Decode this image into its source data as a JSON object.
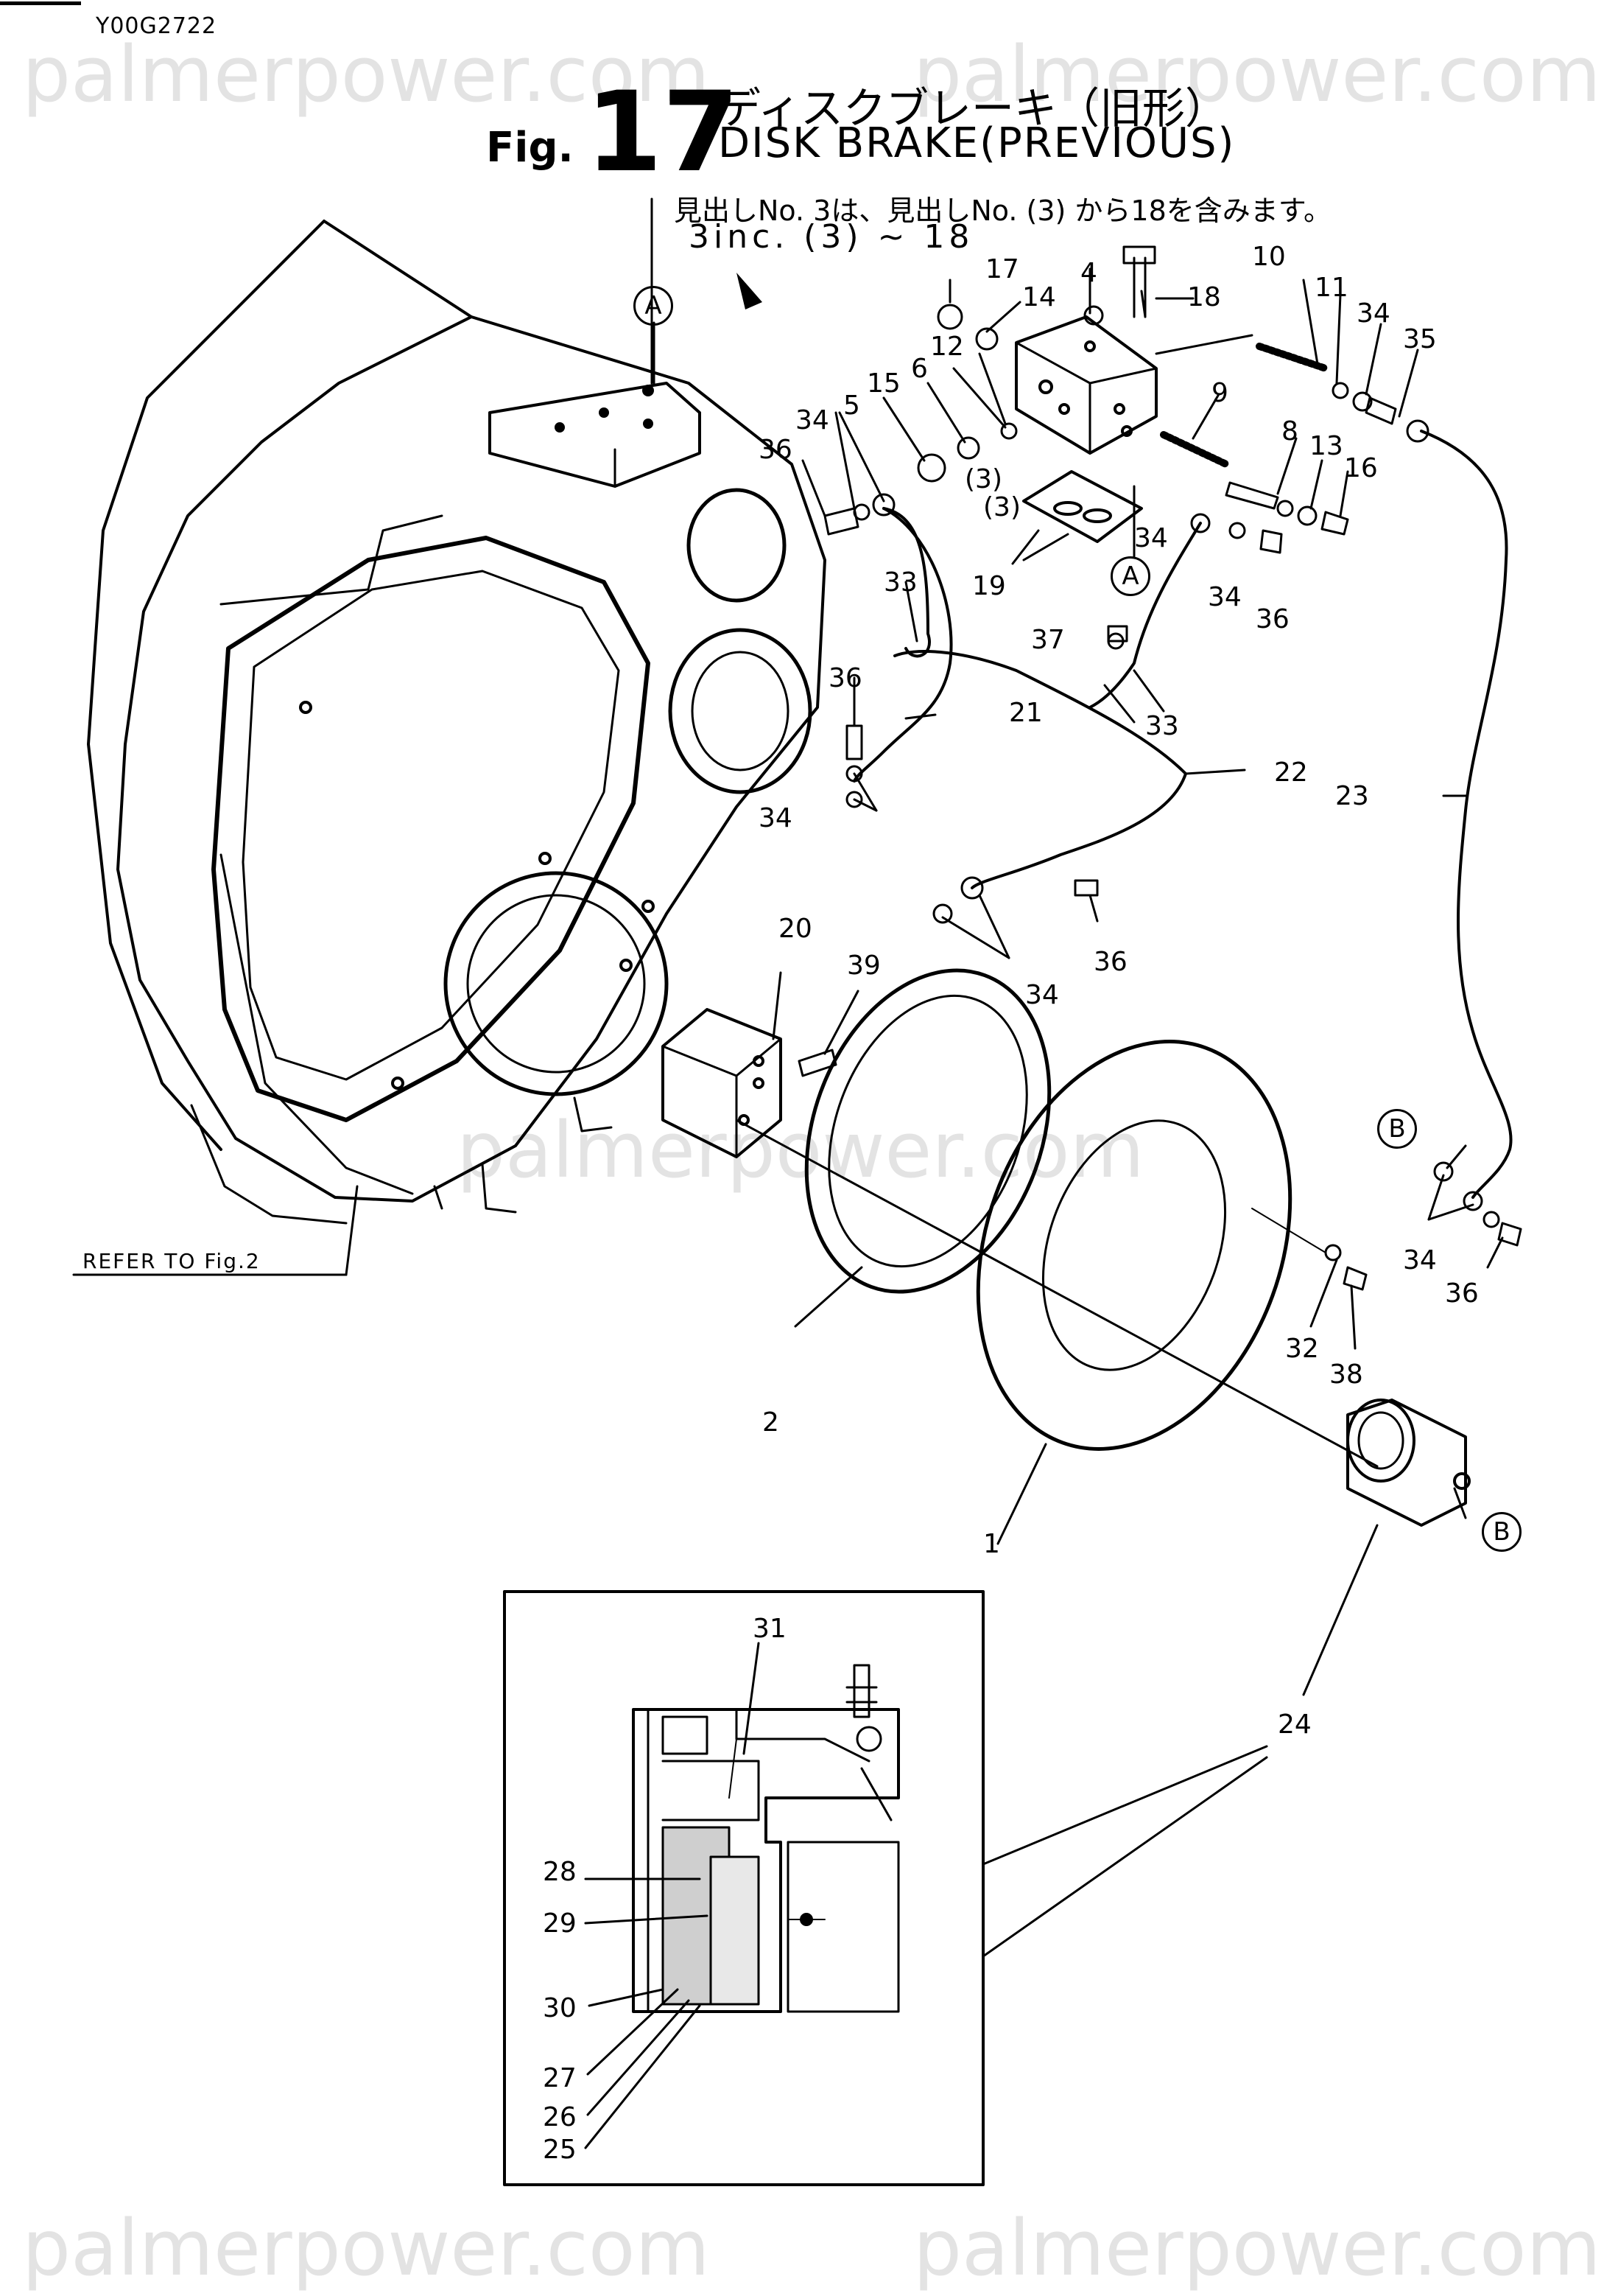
{
  "header": {
    "code": "Y00G2722",
    "fig_label": "Fig.",
    "fig_number": "17",
    "title_jp": "ディスクブレーキ（旧形）",
    "title_en": "DISK BRAKE(PREVIOUS)",
    "note_jp": "見出しNo. 3は、見出しNo. (3) から18を含みます。",
    "note_en": "3inc. (3) ~ 18"
  },
  "watermark": "palmerpower.com",
  "refer": "REFER TO Fig.2",
  "markers": {
    "a": "A",
    "b": "B"
  },
  "parts": {
    "p1": "1",
    "p2": "2",
    "p3a": "(3)",
    "p3b": "(3)",
    "p4": "4",
    "p5": "5",
    "p6": "6",
    "p8": "8",
    "p9": "9",
    "p10": "10",
    "p11": "11",
    "p12": "12",
    "p13": "13",
    "p14": "14",
    "p15": "15",
    "p16": "16",
    "p17": "17",
    "p18": "18",
    "p19": "19",
    "p20": "20",
    "p21": "21",
    "p22": "22",
    "p23": "23",
    "p24": "24",
    "p25": "25",
    "p26": "26",
    "p27": "27",
    "p28": "28",
    "p29": "29",
    "p30": "30",
    "p31": "31",
    "p32": "32",
    "p33a": "33",
    "p33b": "33",
    "p34a": "34",
    "p34b": "34",
    "p34c": "34",
    "p34d": "34",
    "p34e": "34",
    "p34f": "34",
    "p34g": "34",
    "p35": "35",
    "p36a": "36",
    "p36b": "36",
    "p36c": "36",
    "p36d": "36",
    "p36e": "36",
    "p37": "37",
    "p38": "38",
    "p39": "39"
  }
}
